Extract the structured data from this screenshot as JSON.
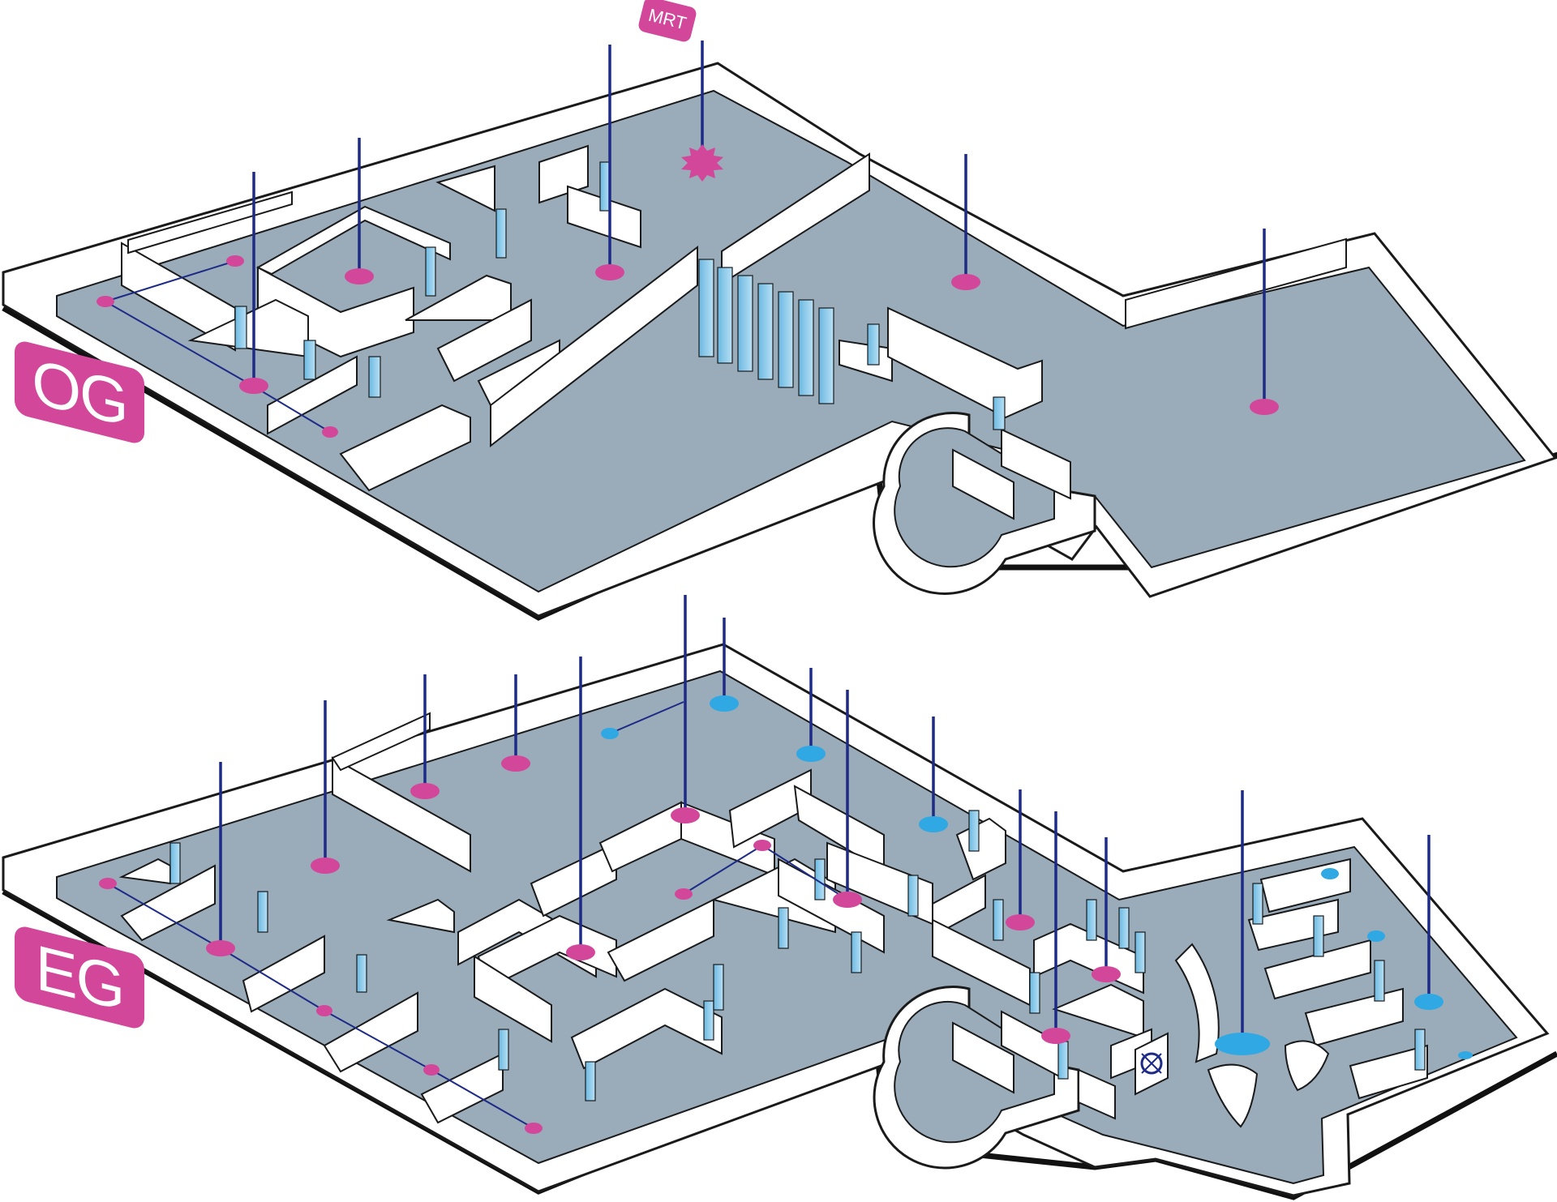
{
  "floors": {
    "upper": {
      "label": "OG",
      "tag": "MRT"
    },
    "ground": {
      "label": "EG"
    }
  },
  "colors": {
    "floor": "#9aabba",
    "wall": "#ffffff",
    "outline": "#1a1a1a",
    "shadow": "#111111",
    "glass": "#7cc2e6",
    "pin_magenta": "#d2479a",
    "pin_cyan": "#2fa8e3",
    "pole": "#1d2b86",
    "label_bg": "#d2479a"
  },
  "icons": [
    "mrt-burst-icon",
    "reception-logo-icon",
    "seating-icon"
  ]
}
